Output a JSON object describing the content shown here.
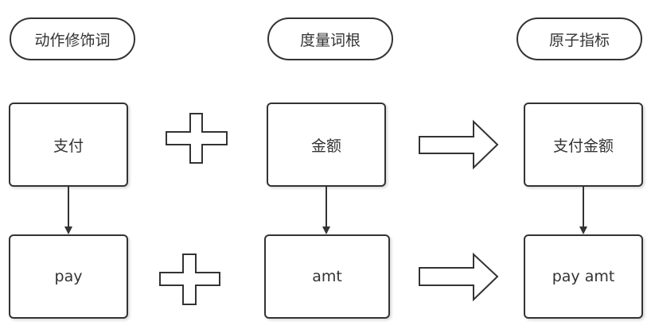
{
  "headers": {
    "modifier": "动作修饰词",
    "measure_root": "度量词根",
    "atomic_metric": "原子指标"
  },
  "row_cn": {
    "modifier": "支付",
    "measure": "金额",
    "result": "支付金额"
  },
  "row_en": {
    "modifier": "pay",
    "measure": "amt",
    "result": "pay  amt"
  }
}
